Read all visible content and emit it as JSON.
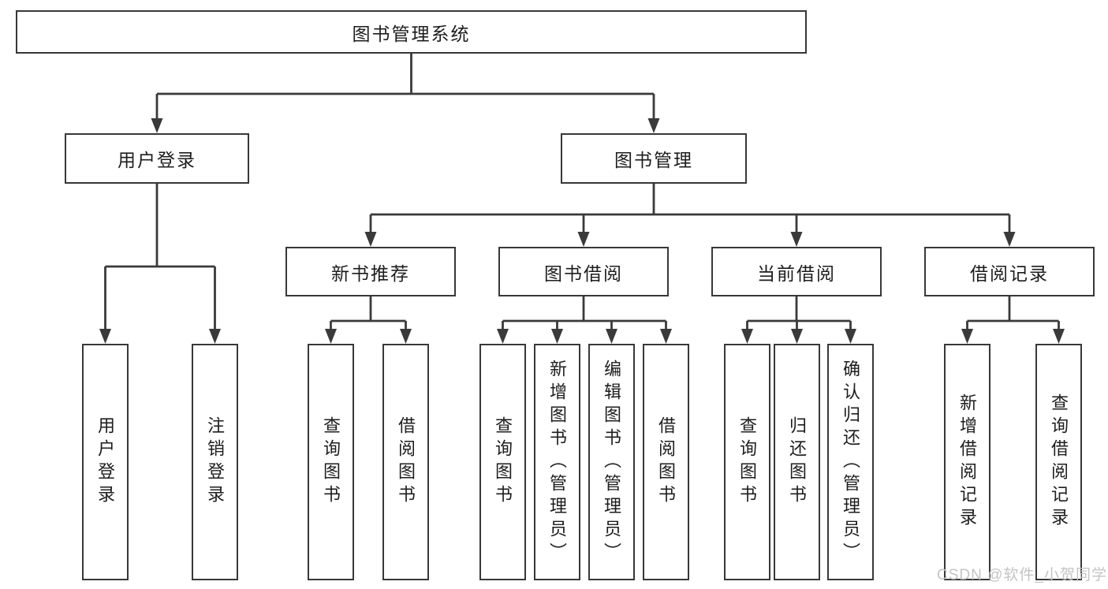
{
  "colors": {
    "line": "#3a3a3a",
    "border_color": "#383838",
    "text_color": "#1d1d1d",
    "watermark_color": "#c4c4c4",
    "background": "#ffffff"
  },
  "watermark": {
    "text": "CSDN @软件_小贺同学"
  },
  "tree": {
    "root": {
      "label": "图书管理系统"
    },
    "branches": [
      {
        "label": "用户登录",
        "children": [
          {
            "label": "用户登录"
          },
          {
            "label": "注销登录"
          }
        ]
      },
      {
        "label": "图书管理",
        "sections": [
          {
            "label": "新书推荐",
            "children": [
              {
                "label": "查询图书"
              },
              {
                "label": "借阅图书"
              }
            ]
          },
          {
            "label": "图书借阅",
            "children": [
              {
                "label": "查询图书"
              },
              {
                "label": "新增图书（管理员）"
              },
              {
                "label": "编辑图书（管理员）"
              },
              {
                "label": "借阅图书"
              }
            ]
          },
          {
            "label": "当前借阅",
            "children": [
              {
                "label": "查询图书"
              },
              {
                "label": "归还图书"
              },
              {
                "label": "确认归还（管理员）"
              }
            ]
          },
          {
            "label": "借阅记录",
            "children": [
              {
                "label": "新增借阅记录"
              },
              {
                "label": "查询借阅记录"
              }
            ]
          }
        ]
      }
    ]
  }
}
